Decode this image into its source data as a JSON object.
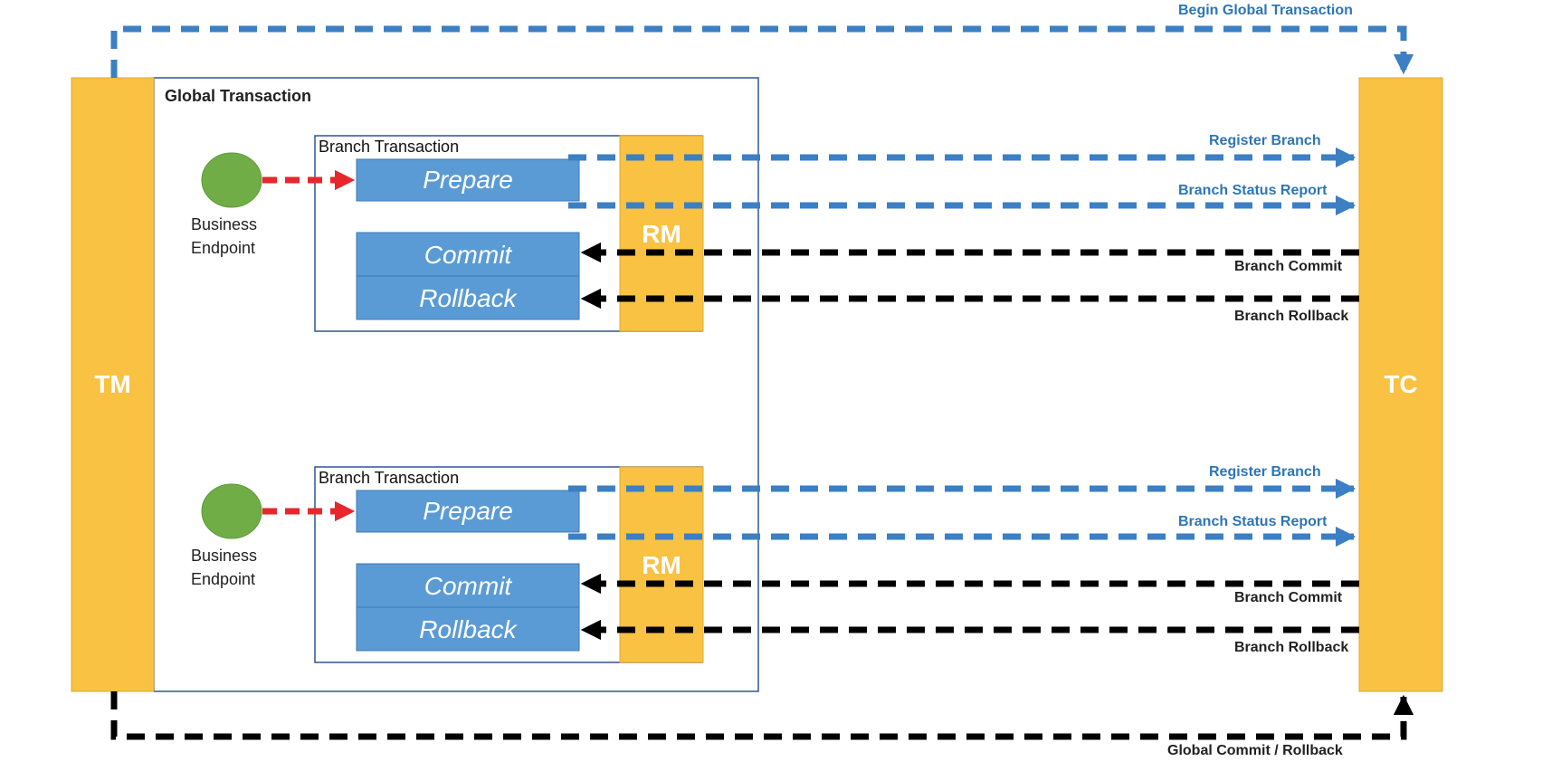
{
  "colors": {
    "orange": "#F9C243",
    "orange_border": "#E0A92E",
    "blue_box": "#5B9BD5",
    "blue_box_border": "#3E78B2",
    "blue_arrow": "#3B7FC4",
    "blue_text": "#2E75B6",
    "black_arrow": "#000000",
    "red_arrow": "#E8262B",
    "green_circle": "#70AD47",
    "frame_border": "#2F5597"
  },
  "nodes": {
    "tm": "TM",
    "tc": "TC",
    "global_transaction_title": "Global Transaction"
  },
  "branches": [
    {
      "title": "Branch Transaction",
      "endpoint": [
        "Business",
        "Endpoint"
      ],
      "prepare": "Prepare",
      "commit": "Commit",
      "rollback": "Rollback",
      "rm": "RM",
      "register_branch": "Register Branch",
      "branch_status_report": "Branch Status Report",
      "branch_commit": "Branch Commit",
      "branch_rollback": "Branch Rollback"
    },
    {
      "title": "Branch Transaction",
      "endpoint": [
        "Business",
        "Endpoint"
      ],
      "prepare": "Prepare",
      "commit": "Commit",
      "rollback": "Rollback",
      "rm": "RM",
      "register_branch": "Register Branch",
      "branch_status_report": "Branch Status Report",
      "branch_commit": "Branch Commit",
      "branch_rollback": "Branch Rollback"
    }
  ],
  "flows": {
    "begin_global": "Begin Global Transaction",
    "global_commit_rollback": "Global Commit / Rollback"
  }
}
